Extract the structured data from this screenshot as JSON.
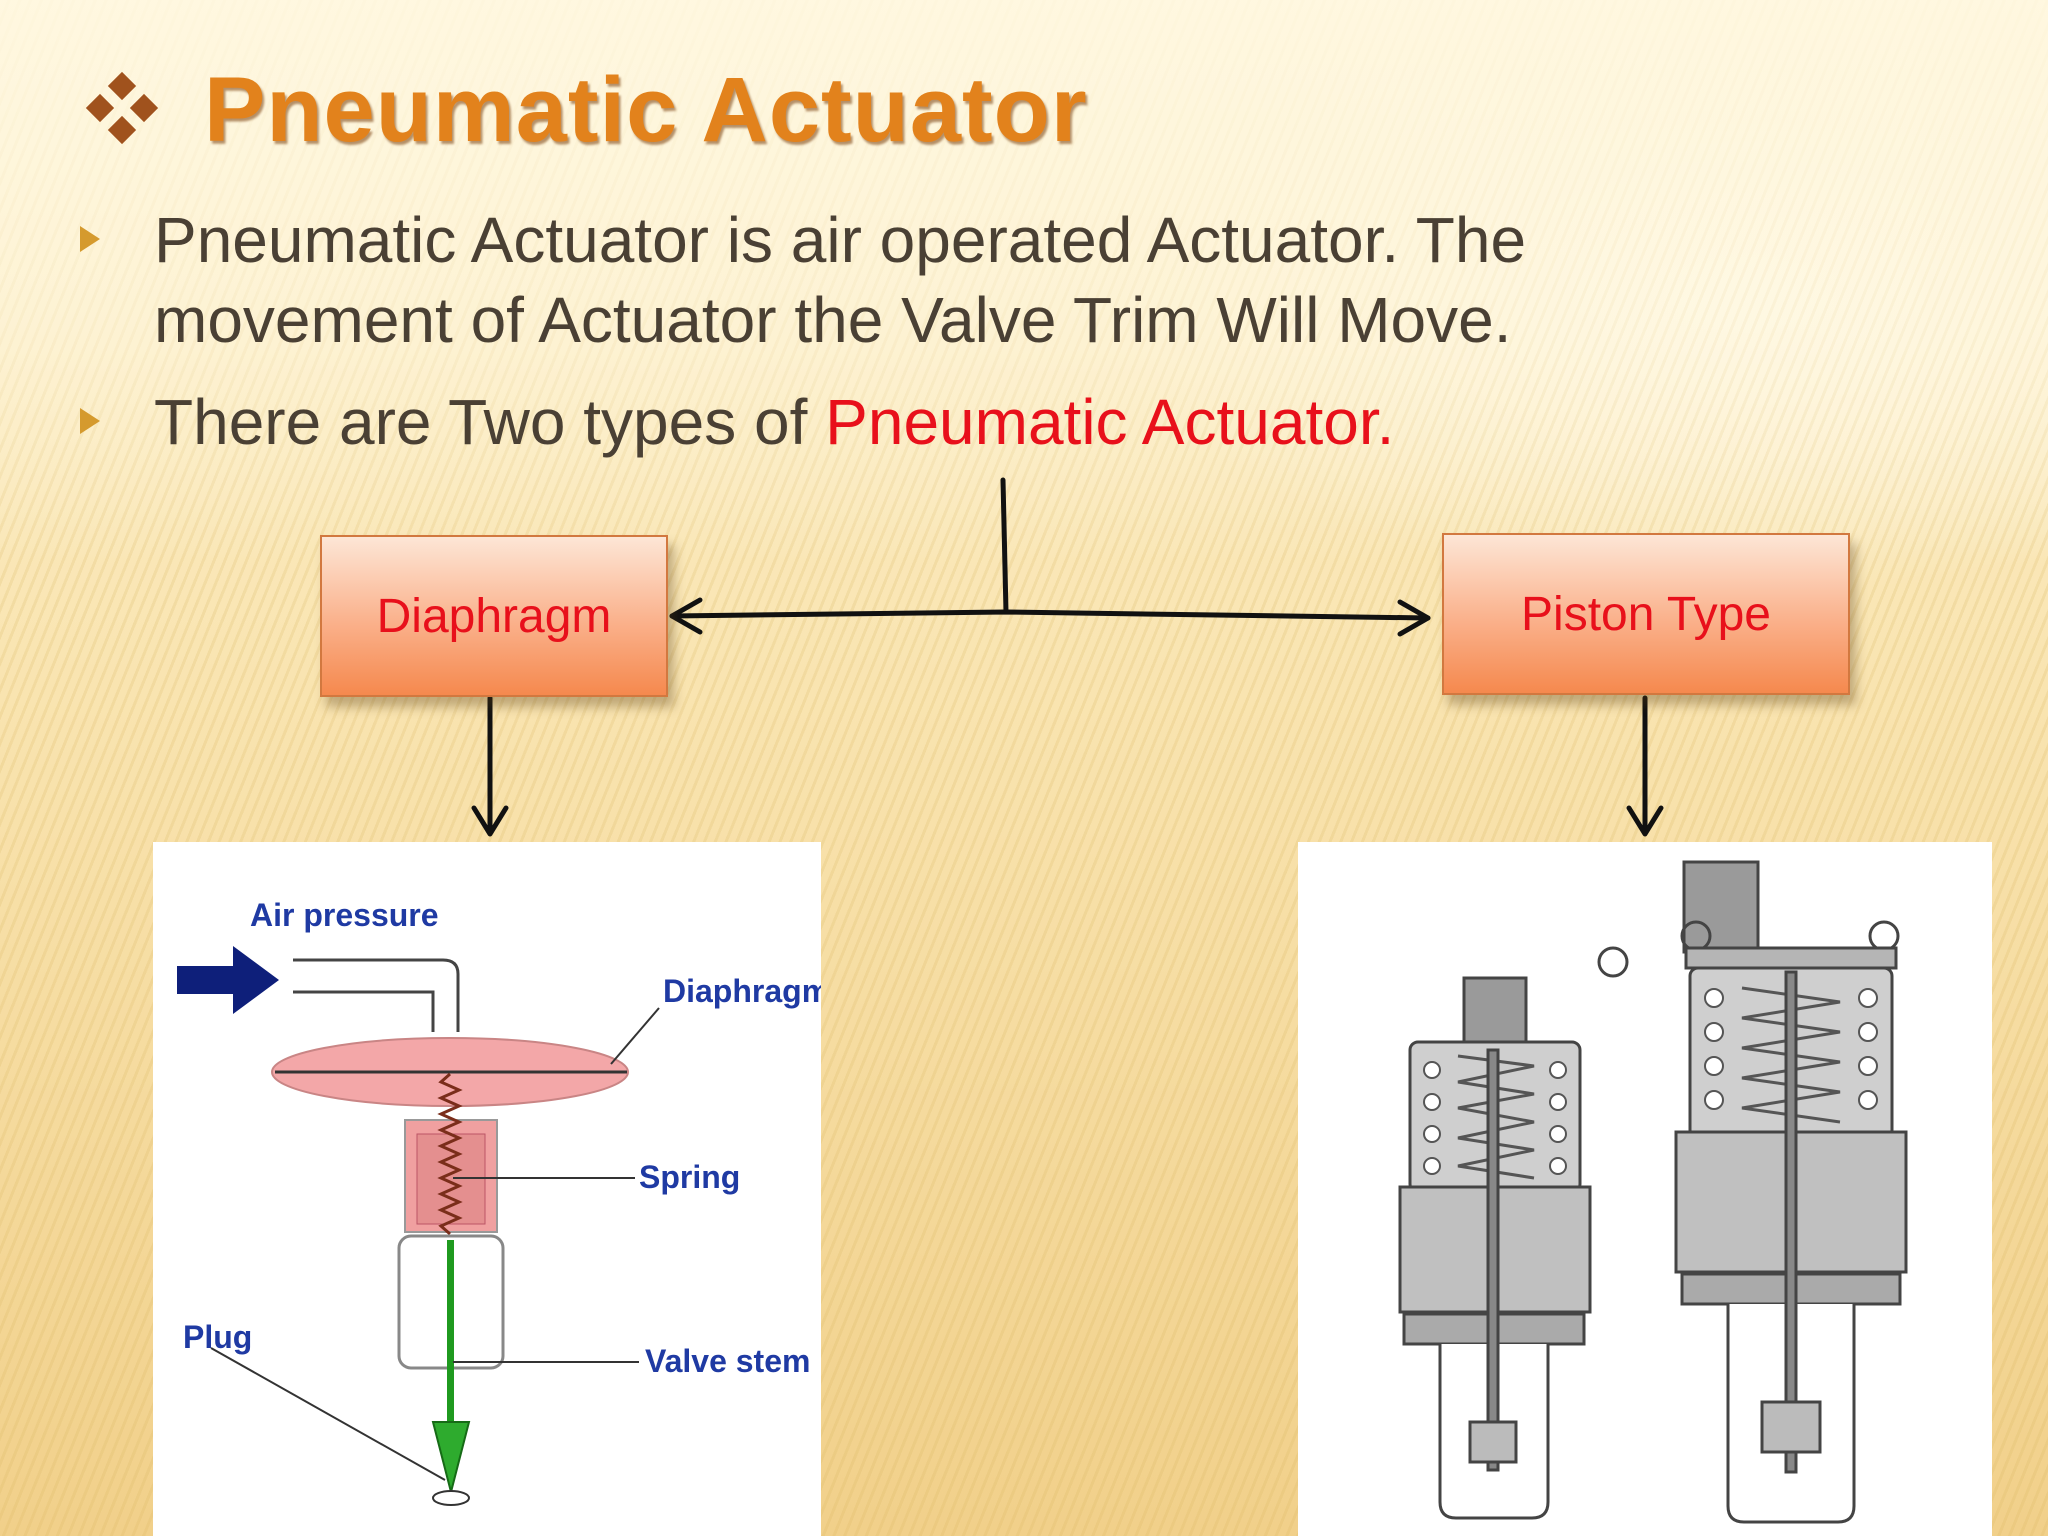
{
  "title": "Pneumatic Actuator",
  "bullets": [
    {
      "text": "Pneumatic Actuator is air operated Actuator. The movement of Actuator  the Valve Trim Will Move.",
      "highlight": ""
    },
    {
      "text": "There are Two types of ",
      "highlight": "Pneumatic Actuator."
    }
  ],
  "types": {
    "left": "Diaphragm",
    "right": "Piston Type"
  },
  "diaphragm_diagram_labels": {
    "air_pressure": "Air pressure",
    "diaphragm": "Diaphragm",
    "spring": "Spring",
    "plug": "Plug",
    "valve_stem": "Valve stem"
  },
  "colors": {
    "title": "#e2821c",
    "highlight": "#e8101b",
    "body_text": "#4a4034",
    "box_text": "#e8101b"
  }
}
